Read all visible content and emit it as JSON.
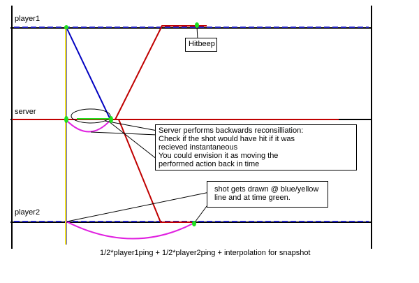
{
  "lanes": {
    "player1": "player1",
    "server": "server",
    "player2": "player2"
  },
  "callouts": {
    "hitbeep": "Hitbeep",
    "server_lines": [
      "Server performs backwards reconsilliation:",
      "Check if the shot would have hit if it was",
      "recieved instantaneous",
      "You could envision it as moving the",
      "performed action back in time"
    ],
    "shot_lines": [
      "shot gets drawn @ blue/yellow",
      "line and at time green."
    ]
  },
  "caption": "1/2*player1ping + 1/2*player2ping + interpolation for snapshot",
  "colors": {
    "timeline": "#000000",
    "dashed": "#2020c0",
    "blue": "#0000c0",
    "red": "#c00000",
    "yellow": "#f0e020",
    "green": "#20e020",
    "magenta": "#e020e0"
  }
}
